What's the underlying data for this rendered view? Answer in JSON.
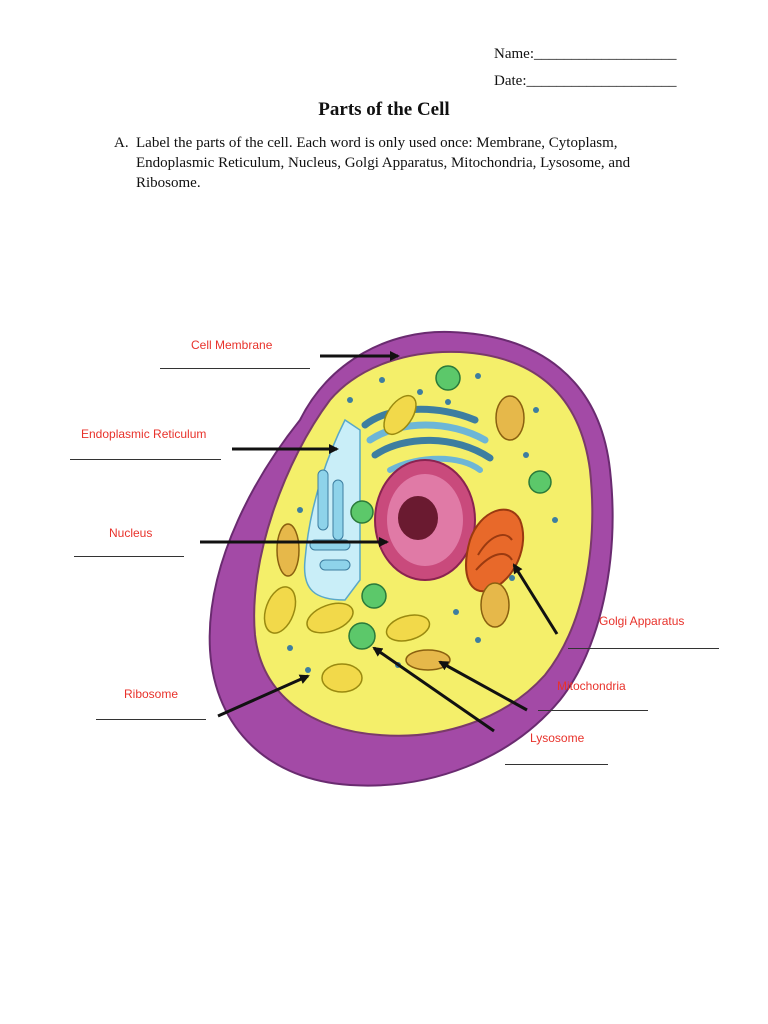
{
  "header": {
    "name_label": "Name:___________________",
    "date_label": "Date:____________________"
  },
  "worksheet": {
    "title": "Parts of the Cell",
    "instruction_marker": "A.",
    "instruction": "Label the parts of the cell. Each word is only used once: Membrane, Cytoplasm, Endoplasmic Reticulum, Nucleus, Golgi Apparatus, Mitochondria, Lysosome, and Ribosome."
  },
  "labels": {
    "cell_membrane": "Cell Membrane",
    "endoplasmic_reticulum": "Endoplasmic Reticulum",
    "nucleus": "Nucleus",
    "golgi_apparatus": "Golgi Apparatus",
    "mitochondria": "Mitochondria",
    "ribosome": "Ribosome",
    "lysosome": "Lysosome"
  },
  "colors": {
    "label_red": "#e8322b",
    "membrane_purple": "#a34aa6",
    "cytoplasm_yellow": "#f4ef6a",
    "er_blue": "#8ed3ea",
    "nucleus_pink": "#c94a7c",
    "golgi_orange": "#e8692a",
    "lysosome_green": "#5cc86a"
  }
}
